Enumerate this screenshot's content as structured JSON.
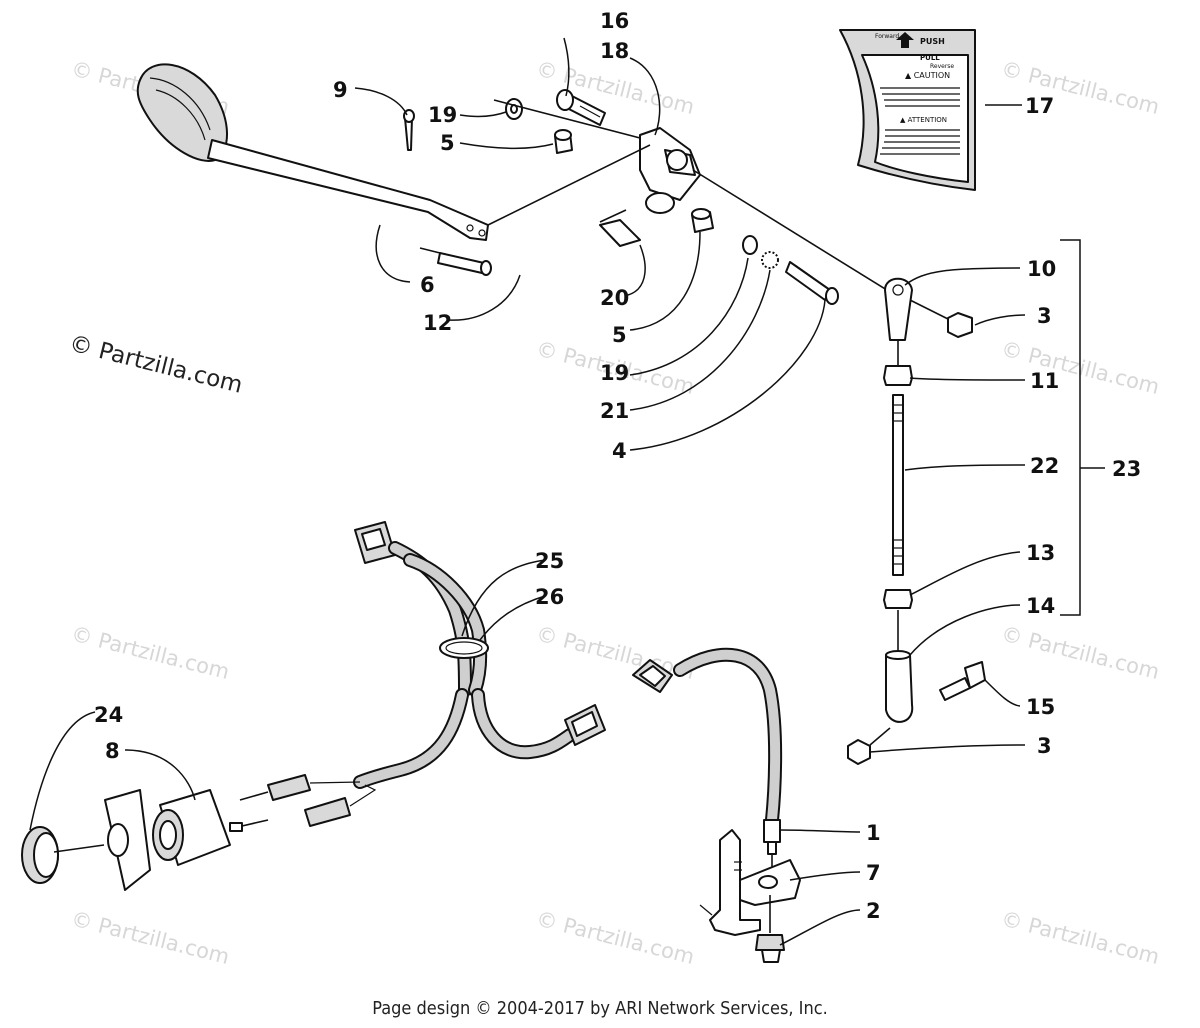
{
  "watermark": {
    "text": "© Partzilla.com",
    "positions_note": ""
  },
  "callouts": [
    {
      "id": "c1",
      "label": "1"
    },
    {
      "id": "c2",
      "label": "2"
    },
    {
      "id": "c3a",
      "label": "3"
    },
    {
      "id": "c3b",
      "label": "3"
    },
    {
      "id": "c4",
      "label": "4"
    },
    {
      "id": "c5a",
      "label": "5"
    },
    {
      "id": "c5b",
      "label": "5"
    },
    {
      "id": "c6",
      "label": "6"
    },
    {
      "id": "c7",
      "label": "7"
    },
    {
      "id": "c8",
      "label": "8"
    },
    {
      "id": "c9",
      "label": "9"
    },
    {
      "id": "c10",
      "label": "10"
    },
    {
      "id": "c11",
      "label": "11"
    },
    {
      "id": "c12",
      "label": "12"
    },
    {
      "id": "c13",
      "label": "13"
    },
    {
      "id": "c14",
      "label": "14"
    },
    {
      "id": "c15",
      "label": "15"
    },
    {
      "id": "c16",
      "label": "16"
    },
    {
      "id": "c17",
      "label": "17"
    },
    {
      "id": "c18",
      "label": "18"
    },
    {
      "id": "c19a",
      "label": "19"
    },
    {
      "id": "c19b",
      "label": "19"
    },
    {
      "id": "c20",
      "label": "20"
    },
    {
      "id": "c21",
      "label": "21"
    },
    {
      "id": "c22",
      "label": "22"
    },
    {
      "id": "c23",
      "label": "23"
    },
    {
      "id": "c24",
      "label": "24"
    },
    {
      "id": "c25",
      "label": "25"
    },
    {
      "id": "c26",
      "label": "26"
    }
  ],
  "decal": {
    "push": "PUSH",
    "pull": "PULL",
    "forward": "Forward",
    "reverse": "Reverse",
    "caution": "▲ CAUTION",
    "attention": "▲ ATTENTION"
  },
  "footer": "Page design © 2004-2017 by ARI Network Services, Inc."
}
